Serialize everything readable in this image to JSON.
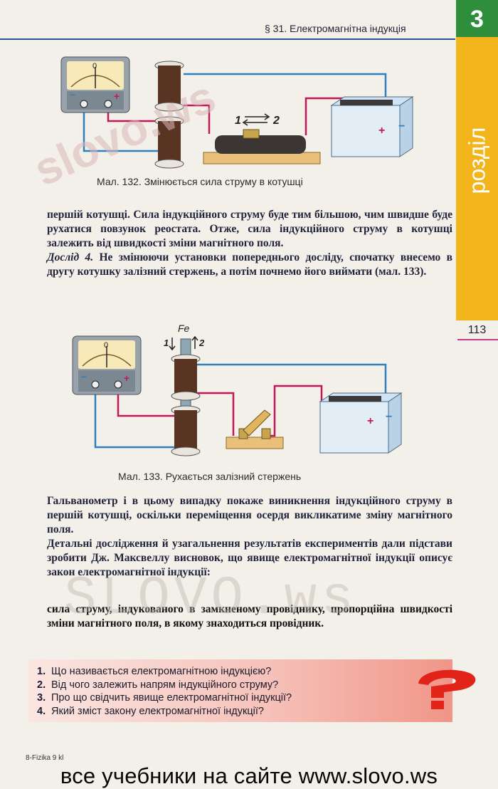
{
  "header": {
    "section_title": "§ 31. Електромагнітна індукція",
    "chapter_number": "3",
    "chapter_label": "розділ",
    "page_number": "113"
  },
  "figure132": {
    "caption": "Мал. 132. Змінюється сила струму в котушці",
    "meter_zero": "0",
    "minus": "−",
    "plus": "+",
    "arrows_label_1": "1",
    "arrows_label_2": "2"
  },
  "body1": {
    "paragraph1": "першій котушці. Сила індукційного струму буде тим більшою, чим швидше буде рухатися повзунок реостата. Отже, сила індукційного струму в котушці залежить від швидкості зміни магнітного поля.",
    "lead": "Дослід 4.",
    "paragraph2": " Не змінюючи установки попереднього досліду, спочатку внесемо в другу котушку залізний стержень, а потім почнемо його виймати (мал. 133)."
  },
  "figure133": {
    "caption": "Мал. 133. Рухається залізний стержень",
    "fe_label": "Fe",
    "label_1": "1",
    "label_2": "2",
    "meter_zero": "0",
    "minus": "−",
    "plus": "+"
  },
  "body2": {
    "paragraph3": "Гальванометр і в цьому випадку покаже виникнення індукційного струму в першій котушці, оскільки переміщення осердя викликатиме зміну магнітного поля.",
    "paragraph4": "Детальні дослідження й узагальнення результатів експериментів дали підстави зробити Дж. Максвеллу висновок, що явище електромагнітної індукції описує закон електромагнітної індукції:",
    "law": "сила струму, індукованого в замкненому провіднику, пропорційна швидкості зміни магнітного поля, в якому знаходиться провідник."
  },
  "questions": [
    {
      "num": "1.",
      "text": "Що називається електромагнітною індукцією?"
    },
    {
      "num": "2.",
      "text": "Від чого залежить напрям індукційного струму?"
    },
    {
      "num": "3.",
      "text": "Про що свідчить явище електромагнітної індукції?"
    },
    {
      "num": "4.",
      "text": "Який зміст закону електромагнітної індукції?"
    }
  ],
  "footer": {
    "book_mark": "8-Fizika 9 kl",
    "site_text": "все учебники на сайте www.slovo.ws"
  },
  "watermarks": {
    "wm1": "slovo.ws",
    "wm2": "SLOVO.ws"
  },
  "colors": {
    "chapter_green": "#2f8e3b",
    "chapter_yellow": "#f2b51c",
    "header_rule": "#2e4f9c",
    "wire_red": "#c2185b",
    "wire_blue": "#2f7fc1",
    "question_mark": "#e2231a"
  }
}
